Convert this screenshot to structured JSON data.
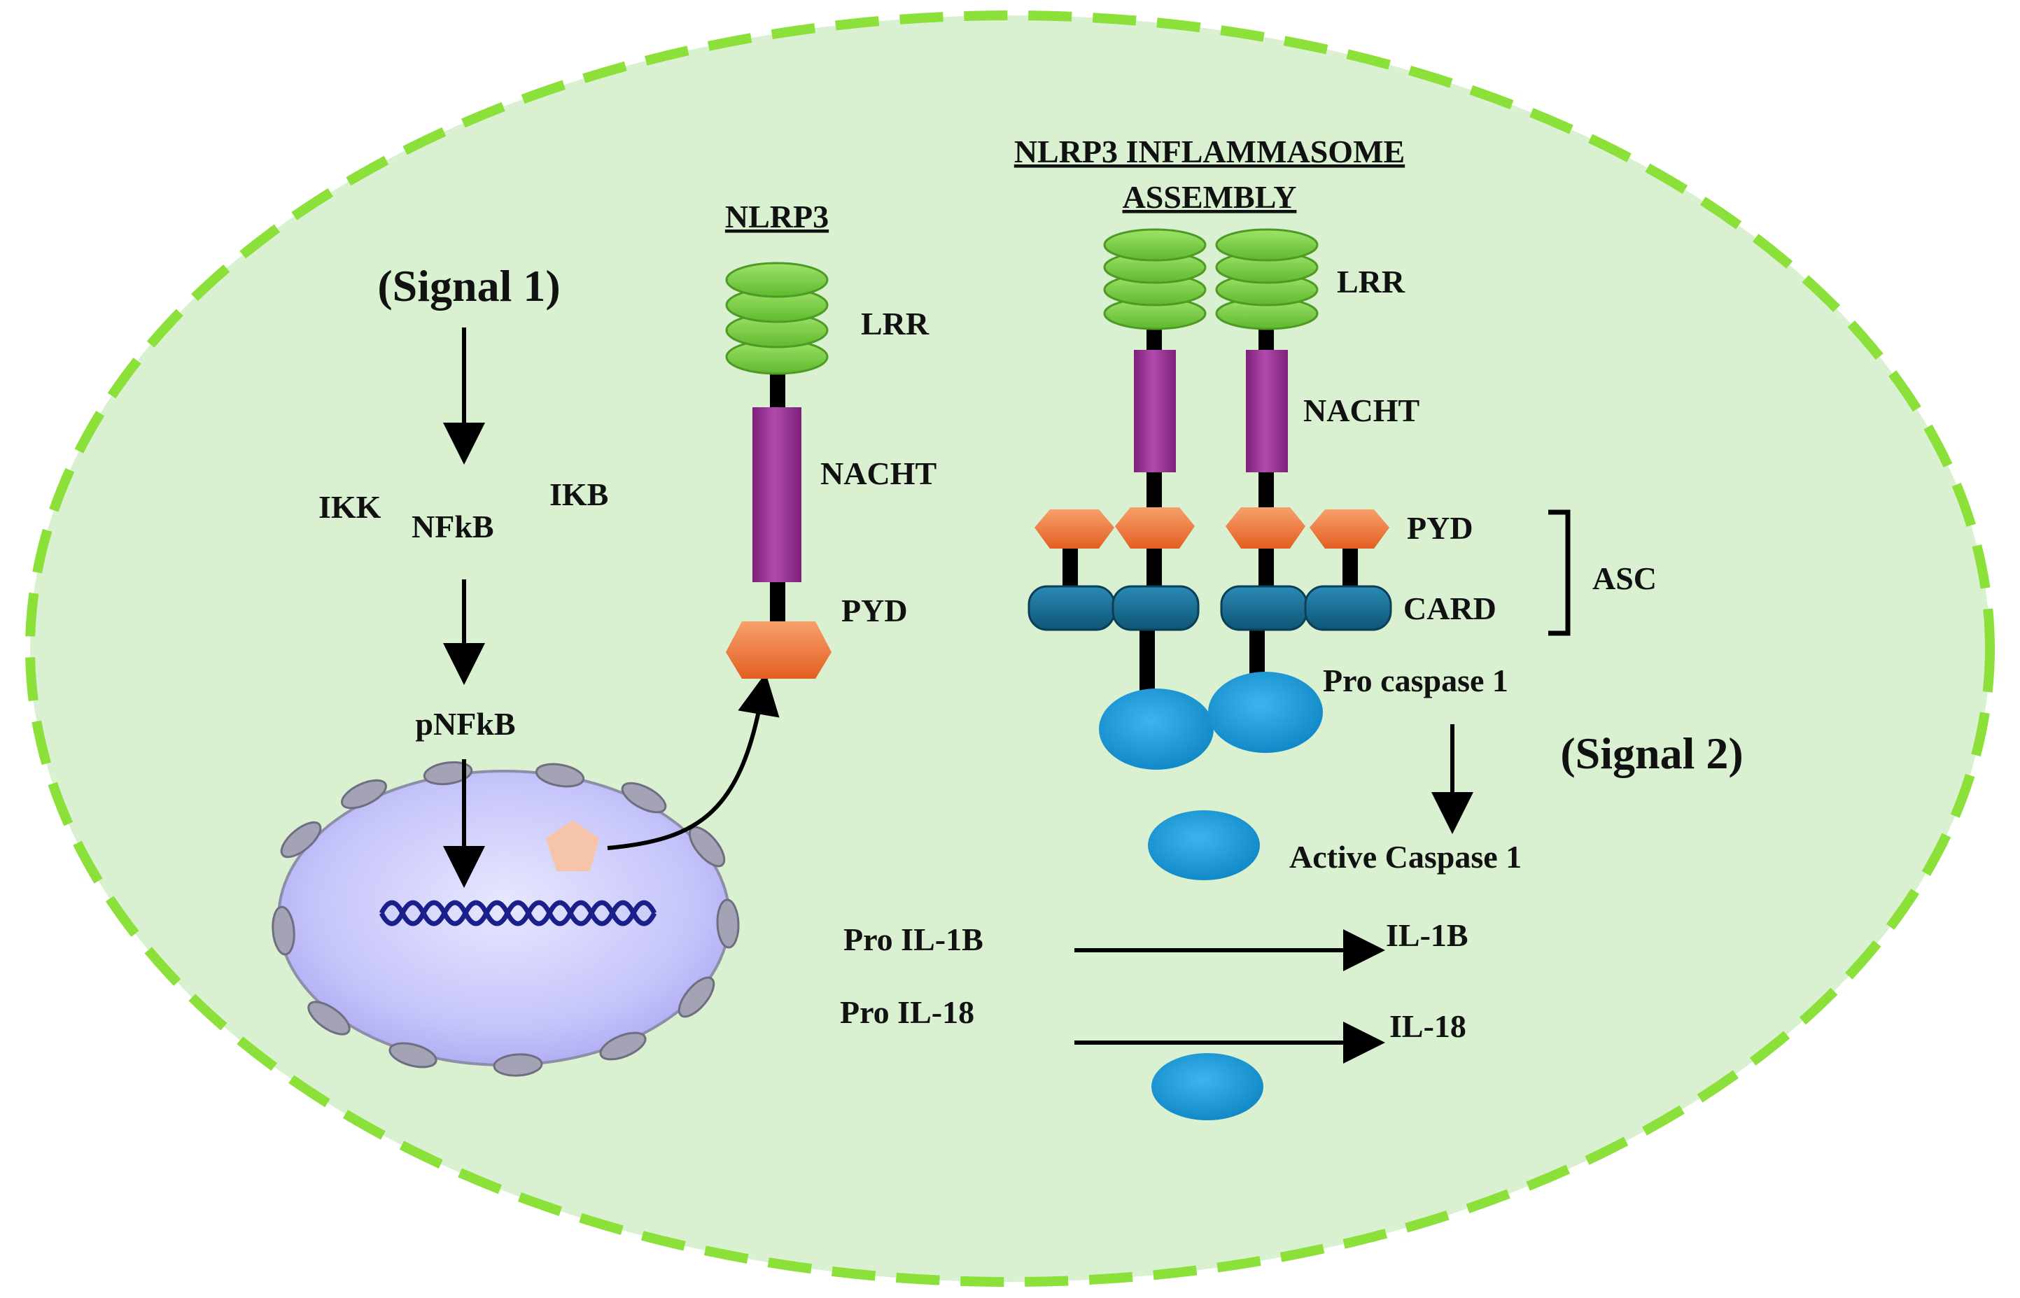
{
  "labels": {
    "signal1": "(Signal 1)",
    "ikk": "IKK",
    "nfkb": "NFkB",
    "ikb": "IKB",
    "pnfkb": "pNFkB",
    "nlrp3_title": "NLRP3",
    "lrr": "LRR",
    "nacht": "NACHT",
    "pyd": "PYD",
    "assembly_title_1": "NLRP3 INFLAMMASOME",
    "assembly_title_2": "ASSEMBLY",
    "assembly_lrr": "LRR",
    "assembly_nacht": "NACHT",
    "assembly_pyd": "PYD",
    "card": "CARD",
    "asc": "ASC",
    "pro_caspase": "Pro caspase 1",
    "signal2": "(Signal 2)",
    "active_caspase": "Active Caspase 1",
    "pro_il1b": "Pro IL-1B",
    "il1b": "IL-1B",
    "pro_il18": "Pro IL-18",
    "il18": "IL-18"
  },
  "colors": {
    "cell_fill": "#d8f0d0",
    "cell_border": "#8be03a",
    "lrr_green": "#7fcf4a",
    "nacht_purple": "#9a2d97",
    "pyd_orange": "#ee7a3c",
    "card_teal": "#1b6f95",
    "caspase_blue": "#1593d4",
    "nucleus_blue": "#c9c8fb",
    "pentagon": "#f6c4a8"
  }
}
